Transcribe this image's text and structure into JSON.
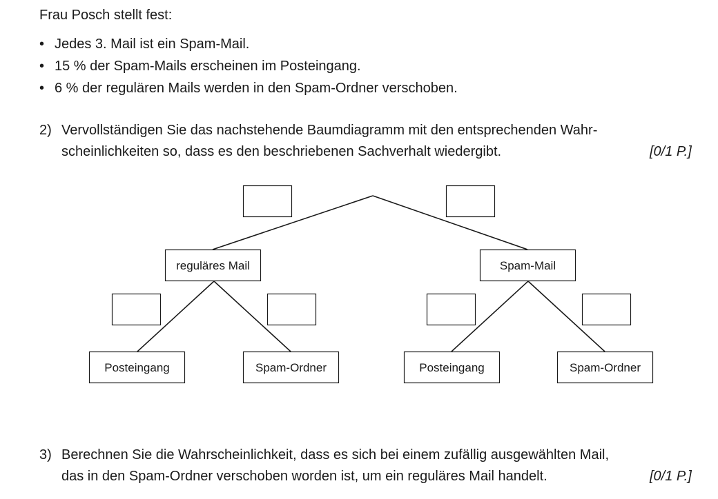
{
  "intro": "Frau Posch stellt fest:",
  "bullets": [
    "Jedes 3. Mail ist ein Spam-Mail.",
    "15 % der Spam-Mails erscheinen im Posteingang.",
    "6 % der regulären Mails werden in den Spam-Ordner verschoben."
  ],
  "bullet_symbol": "•",
  "task2": {
    "number": "2)",
    "line1": "Vervollständigen Sie das nachstehende Baumdiagramm mit den entsprechenden Wahr-",
    "line2": "scheinlichkeiten so, dass es den beschriebenen Sachverhalt wiedergibt.",
    "points": "[0/1 P.]"
  },
  "tree": {
    "level1": [
      "reguläres Mail",
      "Spam-Mail"
    ],
    "level2_regular": [
      "Posteingang",
      "Spam-Ordner"
    ],
    "level2_spam": [
      "Posteingang",
      "Spam-Ordner"
    ]
  },
  "task3": {
    "number": "3)",
    "line1": "Berechnen Sie die Wahrscheinlichkeit, dass es sich bei einem zufällig ausgewählten Mail,",
    "line2": "das in den Spam-Ordner verschoben worden ist, um ein reguläres Mail handelt.",
    "points": "[0/1 P.]"
  }
}
